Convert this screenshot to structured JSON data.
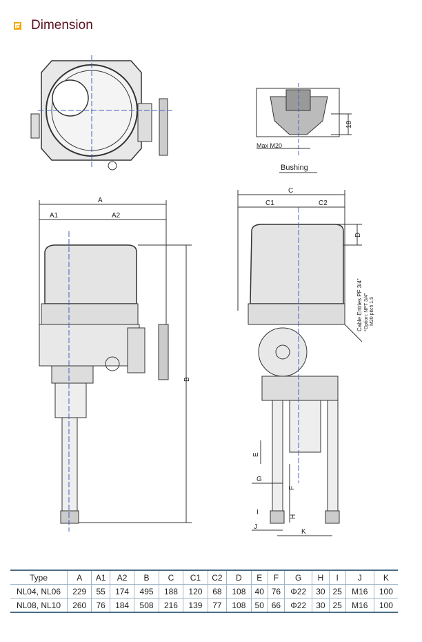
{
  "header": {
    "title": "Dimension"
  },
  "drawing": {
    "bushing_label": "Bushing",
    "bushing_dim": "18",
    "bushing_thread": "Max M20",
    "labels": {
      "A": "A",
      "A1": "A1",
      "A2": "A2",
      "B": "B",
      "C": "C",
      "C1": "C1",
      "C2": "C2",
      "D": "D",
      "E": "E",
      "F": "F",
      "G": "G",
      "H": "H",
      "I": "I",
      "J": "J",
      "K": "K"
    },
    "cable_note_1": "Cable Entries  PF 3/4\"",
    "cable_note_2": "*Option: NPT 3/4\"",
    "cable_note_3": "M20 pitch 1.5"
  },
  "table": {
    "headers": [
      "Type",
      "A",
      "A1",
      "A2",
      "B",
      "C",
      "C1",
      "C2",
      "D",
      "E",
      "F",
      "G",
      "H",
      "I",
      "J",
      "K"
    ],
    "rows": [
      [
        "NL04, NL06",
        "229",
        "55",
        "174",
        "495",
        "188",
        "120",
        "68",
        "108",
        "40",
        "76",
        "Φ22",
        "30",
        "25",
        "M16",
        "100"
      ],
      [
        "NL08, NL10",
        "260",
        "76",
        "184",
        "508",
        "216",
        "139",
        "77",
        "108",
        "50",
        "66",
        "Φ22",
        "30",
        "25",
        "M16",
        "100"
      ]
    ]
  }
}
